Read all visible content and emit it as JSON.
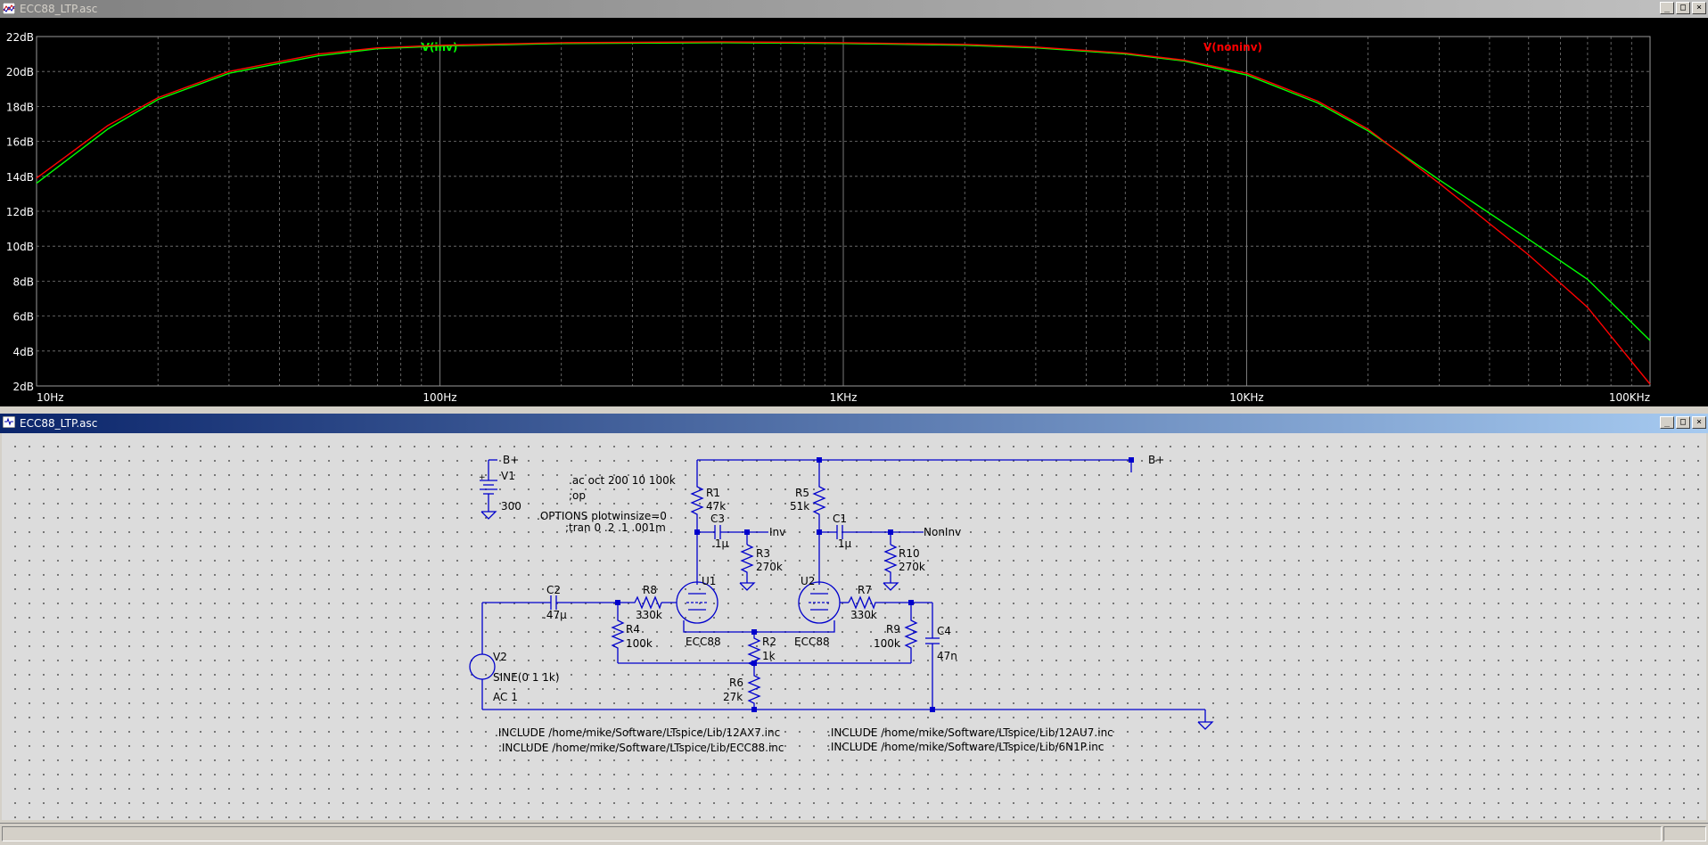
{
  "waveform_window": {
    "title": "ECC88_LTP.asc",
    "controls": [
      "_",
      "□",
      "×"
    ]
  },
  "schematic_window": {
    "title": "ECC88_LTP.asc",
    "controls": [
      "_",
      "□",
      "×"
    ]
  },
  "chart_data": {
    "type": "line",
    "x_scale": "log",
    "xlim": [
      10,
      100000
    ],
    "ylim": [
      2,
      22
    ],
    "grid": true,
    "x_tick_labels": [
      "10Hz",
      "100Hz",
      "1KHz",
      "10KHz",
      "100KHz"
    ],
    "y_tick_labels": [
      "22dB",
      "20dB",
      "18dB",
      "16dB",
      "14dB",
      "12dB",
      "10dB",
      "8dB",
      "6dB",
      "4dB",
      "2dB"
    ],
    "series": [
      {
        "name": "V(inv)",
        "color": "#00ff00",
        "x": [
          10,
          15,
          20,
          30,
          50,
          70,
          100,
          200,
          500,
          1000,
          2000,
          3000,
          5000,
          7000,
          10000,
          15000,
          20000,
          30000,
          50000,
          70000,
          100000
        ],
        "y": [
          13.6,
          16.7,
          18.4,
          19.9,
          20.9,
          21.3,
          21.45,
          21.6,
          21.65,
          21.6,
          21.5,
          21.35,
          21.0,
          20.6,
          19.8,
          18.2,
          16.6,
          13.8,
          10.4,
          8.1,
          4.6
        ]
      },
      {
        "name": "V(noninv)",
        "color": "#ff0000",
        "x": [
          10,
          15,
          20,
          30,
          50,
          70,
          100,
          200,
          500,
          1000,
          2000,
          3000,
          5000,
          7000,
          10000,
          15000,
          20000,
          30000,
          50000,
          70000,
          100000
        ],
        "y": [
          13.9,
          16.9,
          18.5,
          20.0,
          21.0,
          21.35,
          21.5,
          21.65,
          21.7,
          21.65,
          21.55,
          21.4,
          21.05,
          20.65,
          19.9,
          18.3,
          16.7,
          13.6,
          9.5,
          6.5,
          2.1
        ]
      }
    ]
  },
  "schematic": {
    "labels": {
      "bplus_top": "B+",
      "bplus_right": "B+",
      "v1": "V1",
      "v1_value": "300",
      "v2": "V2",
      "v2_sine": "SINE(0 1 1k)",
      "v2_ac": "AC 1",
      "r1": "R1",
      "r1_value": "47k",
      "r5": "R5",
      "r5_value": "51k",
      "c3": "C3",
      "c3_value": ".1µ",
      "c1": "C1",
      "c1_value": ".1µ",
      "inv": "Inv",
      "noninv": "NonInv",
      "r3": "R3",
      "r3_value": "270k",
      "r10": "R10",
      "r10_value": "270k",
      "u1": "U1",
      "u1_model": "ECC88",
      "u2": "U2",
      "u2_model": "ECC88",
      "c2": "C2",
      "c2_value": ".47µ",
      "r8": "R8",
      "r8_value": "330k",
      "r7": "R7",
      "r7_value": "330k",
      "r4": "R4",
      "r4_value": "100k",
      "r9": "R9",
      "r9_value": "100k",
      "c4": "C4",
      "c4_value": "47n",
      "r2": "R2",
      "r2_value": "1k",
      "r6": "R6",
      "r6_value": "27k"
    },
    "directives": {
      "ac": ".ac oct 200 10 100k",
      "op": ";op",
      "options": ".OPTIONS plotwinsize=0",
      "tran": ";tran 0 .2 .1 .001m",
      "inc1": ".INCLUDE /home/mike/Software/LTspice/Lib/12AX7.inc",
      "inc2": ".INCLUDE /home/mike/Software/LTspice/Lib/ECC88.inc",
      "inc3": ".INCLUDE /home/mike/Software/LTspice/Lib/12AU7.inc",
      "inc4": ".INCLUDE /home/mike/Software/LTspice/Lib/6N1P.inc"
    }
  }
}
